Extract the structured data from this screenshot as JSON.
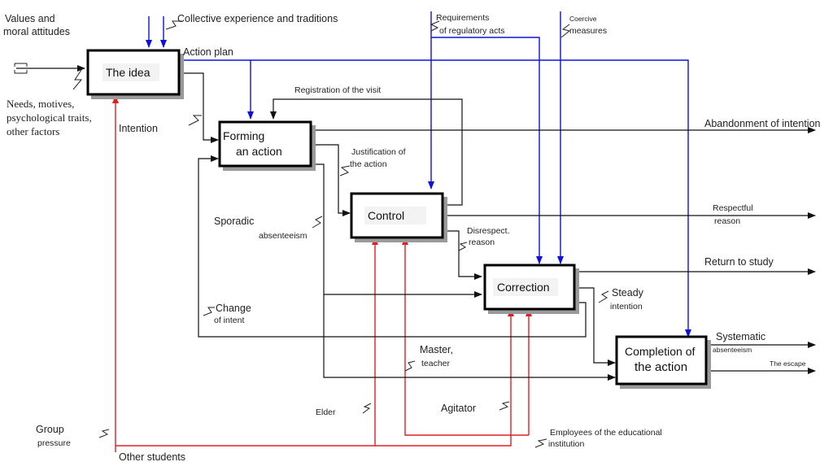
{
  "boxes": {
    "idea": "The idea",
    "forming_line1": "Forming",
    "forming_line2": "an action",
    "control": "Control",
    "correction": "Correction",
    "completion_line1": "Completion of",
    "completion_line2": "the action"
  },
  "inputs": {
    "values_line1": "Values and",
    "values_line2": "moral attitudes",
    "collective": "Collective experience and traditions",
    "requirements_line1": "Requirements",
    "requirements_line2": "of regulatory acts",
    "coercive_line1": "Coercive",
    "coercive_line2": "measures",
    "needs_line1": "Needs, motives,",
    "needs_line2": "psychological traits,",
    "needs_line3": "other factors"
  },
  "arrows": {
    "action_plan": "Action plan",
    "intention": "Intention",
    "registration": "Registration of the visit",
    "justification_line1": "Justification of",
    "justification_line2": "the action",
    "sporadic": "Sporadic",
    "sporadic_absenteeism": "absenteeism",
    "disrespect_line1": "Disrespect.",
    "disrespect_line2": "reason",
    "change_line1": "Change",
    "change_line2": "of intent",
    "steady_line1": "Steady",
    "steady_line2": "intention"
  },
  "outputs": {
    "abandonment": "Abandonment of intention",
    "respectful_line1": "Respectful",
    "respectful_line2": "reason",
    "return": "Return to study",
    "systematic_line1": "Systematic",
    "systematic_line2": "absenteeism",
    "escape": "The escape"
  },
  "mechanisms": {
    "master_line1": "Master,",
    "master_line2": "teacher",
    "elder": "Elder",
    "agitator": "Agitator",
    "group_line1": "Group",
    "group_line2": "pressure",
    "other_students": "Other students",
    "employees_line1": "Employees of the educational",
    "employees_line2": "institution"
  },
  "colors": {
    "control_arrows": "#1010dd",
    "mechanism_arrows": "#e02020",
    "flow_arrows": "#111111"
  }
}
